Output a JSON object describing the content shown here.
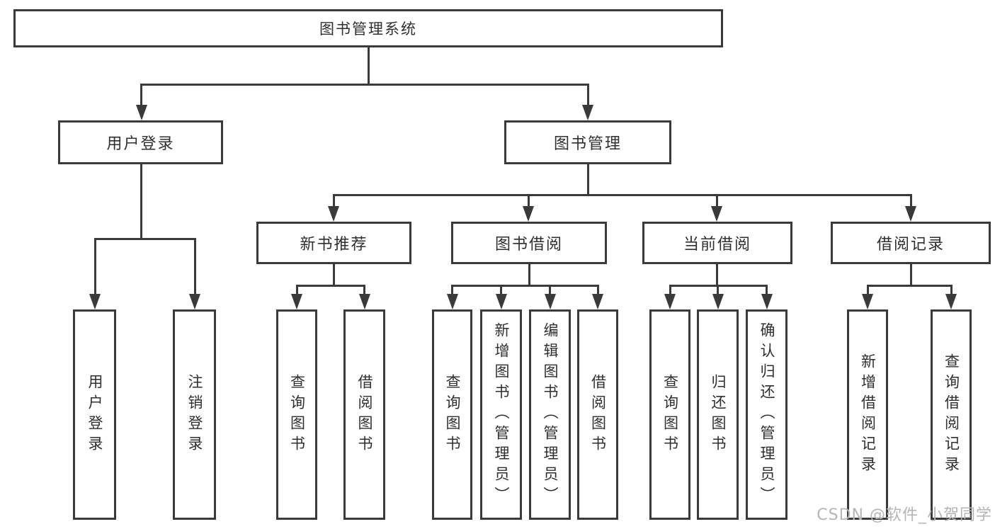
{
  "colors": {
    "line": "#3a3a3a",
    "text": "#2f2f2f",
    "watermark": "#b5b5b5",
    "bg": "#ffffff"
  },
  "diagram": {
    "root": {
      "label": "图书管理系统"
    },
    "branches": [
      {
        "label": "用户登录",
        "children": [
          {
            "label": "用户登录"
          },
          {
            "label": "注销登录"
          }
        ]
      },
      {
        "label": "图书管理",
        "children": [
          {
            "label": "新书推荐",
            "children": [
              {
                "label": "查询图书"
              },
              {
                "label": "借阅图书"
              }
            ]
          },
          {
            "label": "图书借阅",
            "children": [
              {
                "label": "查询图书"
              },
              {
                "label": "新增图书（管理员）"
              },
              {
                "label": "编辑图书（管理员）"
              },
              {
                "label": "借阅图书"
              }
            ]
          },
          {
            "label": "当前借阅",
            "children": [
              {
                "label": "查询图书"
              },
              {
                "label": "归还图书"
              },
              {
                "label": "确认归还（管理员）"
              }
            ]
          },
          {
            "label": "借阅记录",
            "children": [
              {
                "label": "新增借阅记录"
              },
              {
                "label": "查询借阅记录"
              }
            ]
          }
        ]
      }
    ]
  },
  "watermark": {
    "text": "CSDN @软件_小贺同学"
  }
}
